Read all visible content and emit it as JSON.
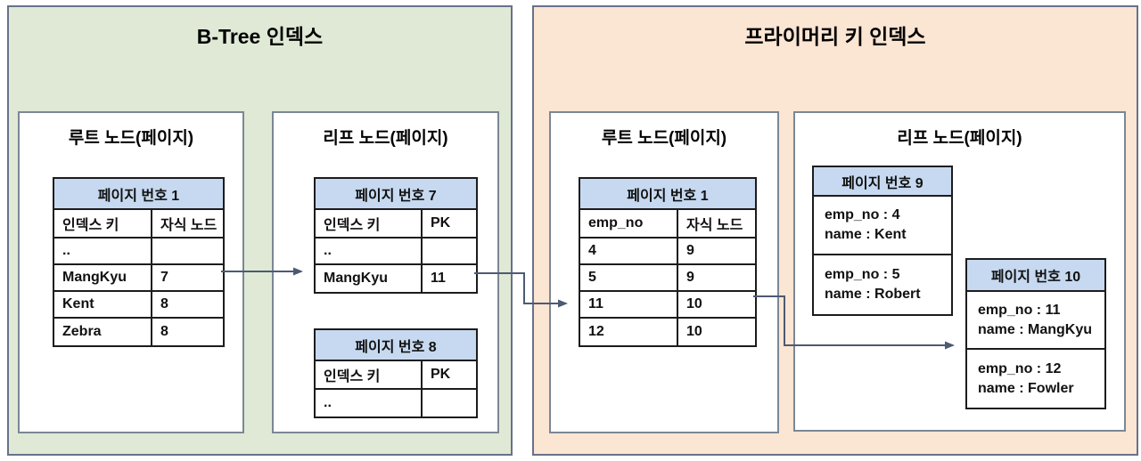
{
  "panels": {
    "btree": {
      "title": "B-Tree 인덱스",
      "bg_color": "#dfe9d5",
      "root_box_title": "루트 노드(페이지)",
      "leaf_box_title": "리프 노드(페이지)"
    },
    "primary": {
      "title": "프라이머리 키 인덱스",
      "bg_color": "#fbe5d3",
      "root_box_title": "루트 노드(페이지)",
      "leaf_box_title": "리프 노드(페이지)"
    }
  },
  "tables": {
    "btree_root": {
      "header": "페이지 번호 1",
      "columns": [
        "인덱스 키",
        "자식 노드"
      ],
      "rows": [
        [
          "..",
          ""
        ],
        [
          "MangKyu",
          "7"
        ],
        [
          "Kent",
          "8"
        ],
        [
          "Zebra",
          "8"
        ]
      ]
    },
    "btree_leaf7": {
      "header": "페이지 번호 7",
      "columns": [
        "인덱스 키",
        "PK"
      ],
      "rows": [
        [
          "..",
          ""
        ],
        [
          "MangKyu",
          "11"
        ]
      ]
    },
    "btree_leaf8": {
      "header": "페이지 번호 8",
      "columns": [
        "인덱스 키",
        "PK"
      ],
      "rows": [
        [
          "..",
          ""
        ]
      ]
    },
    "pk_root": {
      "header": "페이지 번호 1",
      "columns": [
        "emp_no",
        "자식 노드"
      ],
      "rows": [
        [
          "4",
          "9"
        ],
        [
          "5",
          "9"
        ],
        [
          "11",
          "10"
        ],
        [
          "12",
          "10"
        ]
      ]
    },
    "pk_leaf9": {
      "header": "페이지 번호 9",
      "records": [
        {
          "line1": "emp_no : 4",
          "line2": "name : Kent"
        },
        {
          "line1": "emp_no : 5",
          "line2": "name : Robert"
        }
      ]
    },
    "pk_leaf10": {
      "header": "페이지 번호 10",
      "records": [
        {
          "line1": "emp_no : 11",
          "line2": "name : MangKyu"
        },
        {
          "line1": "emp_no : 12",
          "line2": "name : Fowler"
        }
      ]
    }
  },
  "connections": [
    {
      "from": "btree-root page1 row MangKyu/7",
      "to": "btree-leaf page7 row MangKyu"
    },
    {
      "from": "btree-leaf page7 row MangKyu/11",
      "to": "pk-root page1 row 11"
    },
    {
      "from": "pk-root page1 row 11/10",
      "to": "pk-leaf page10"
    }
  ],
  "colors": {
    "table_header_bg": "#c6d9f0",
    "arrow": "#4d5a73",
    "panel_border": "#67718a",
    "box_border": "#7b8794",
    "table_border": "#1c1c1c"
  }
}
